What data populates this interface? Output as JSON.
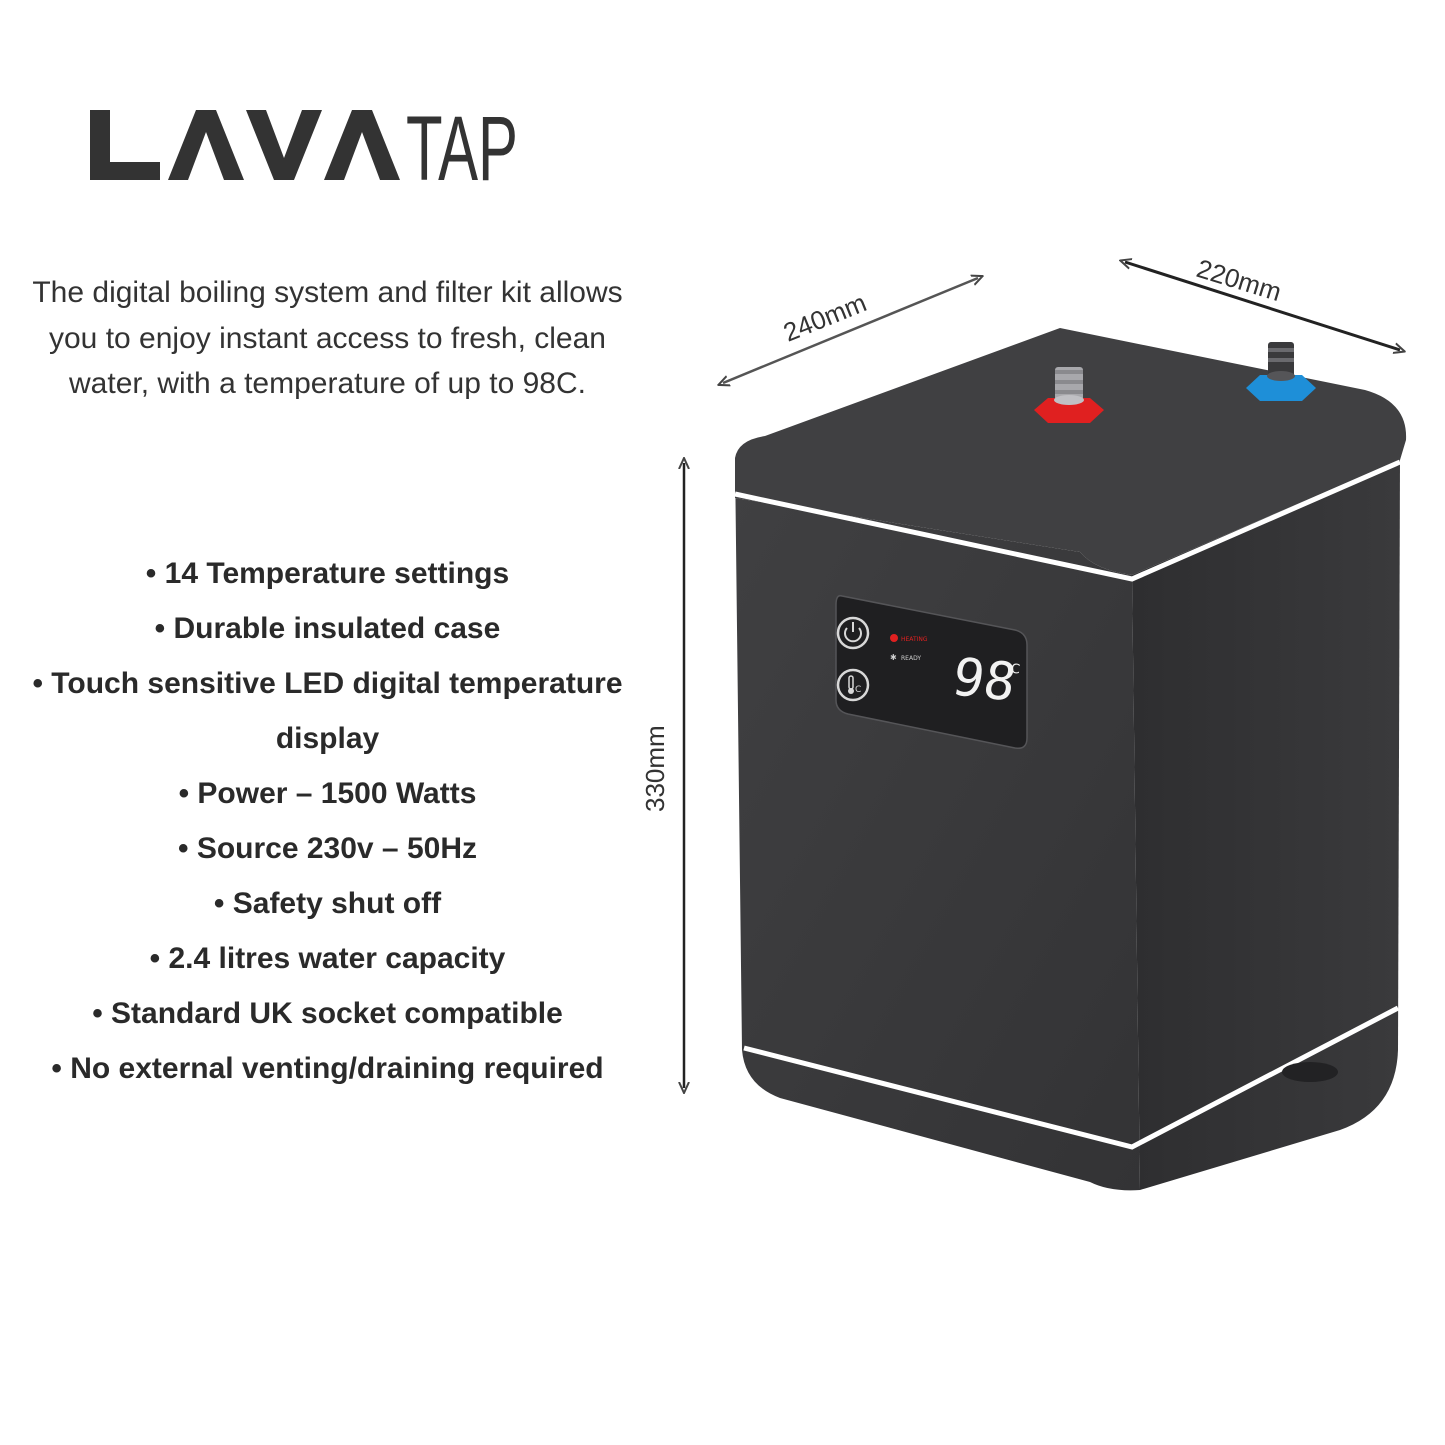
{
  "brand": {
    "name": "LAVATAP",
    "logo_part_1": "LAVA",
    "logo_part_2": "TAP",
    "text_color": "#333333"
  },
  "intro": {
    "text": "The digital boiling system and filter kit allows you to enjoy instant access to fresh, clean water, with a temperature of up to 98C."
  },
  "features": [
    "• 14 Temperature settings",
    "• Durable insulated case",
    "• Touch sensitive LED digital temperature display",
    "• Power – 1500 Watts",
    "• Source 230v – 50Hz",
    "• Safety shut off",
    "• 2.4 litres water capacity",
    "• Standard UK socket compatible",
    "• No external venting/draining required"
  ],
  "product": {
    "dimensions": {
      "width": "240mm",
      "depth": "220mm",
      "height": "330mm"
    },
    "display": {
      "temperature": "98",
      "unit": "°C",
      "status_heating": "HEATING",
      "status_ready": "READY"
    },
    "colors": {
      "body": "#3c3c3e",
      "hot_inlet": "#e02020",
      "cold_inlet": "#1e8fd8"
    },
    "icons": [
      "power-icon",
      "thermometer-icon",
      "snowflake-icon"
    ]
  }
}
